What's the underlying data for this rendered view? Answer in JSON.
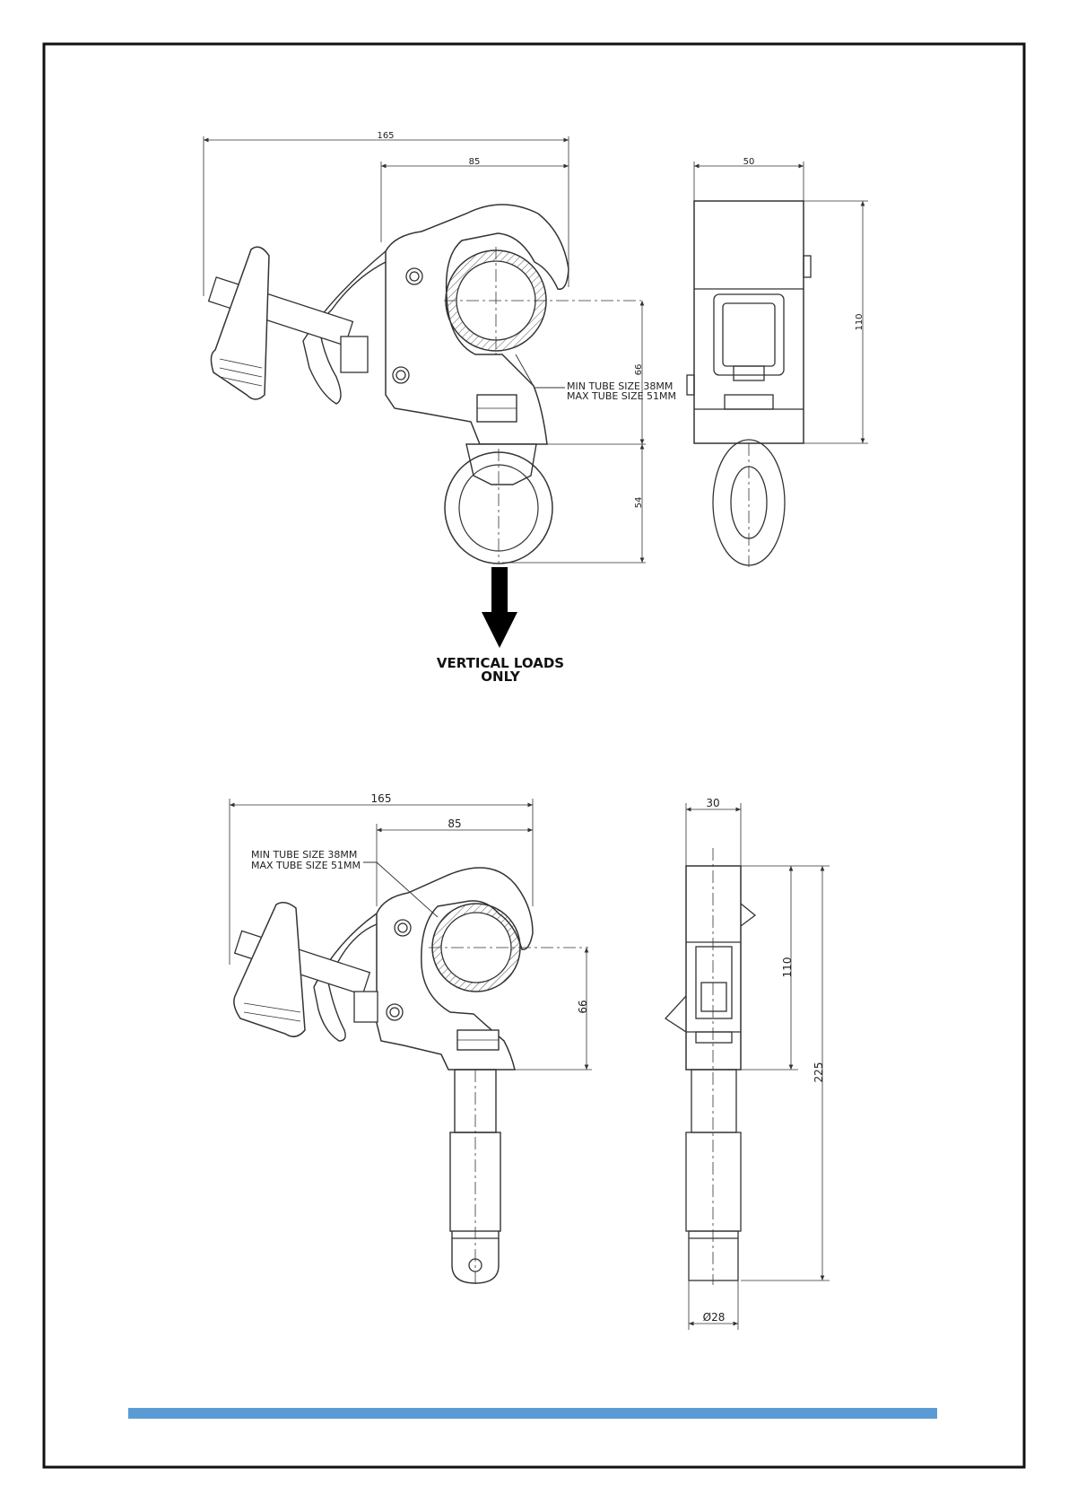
{
  "top_view": {
    "dim_overall_width": "165",
    "dim_hook_width": "85",
    "dim_side_width": "50",
    "dim_side_height": "110",
    "dim_tube_to_base": "66",
    "dim_eye_height": "54",
    "tube_note_min": "MIN TUBE SIZE 38MM",
    "tube_note_max": "MAX TUBE SIZE 51MM",
    "load_note_line1": "VERTICAL LOADS",
    "load_note_line2": "ONLY"
  },
  "bottom_view": {
    "dim_overall_width": "165",
    "dim_hook_width": "85",
    "dim_side_width": "30",
    "dim_side_height": "110",
    "dim_total_height": "225",
    "dim_tube_to_base": "66",
    "dim_spigot_diameter": "Ø28",
    "tube_note_min": "MIN TUBE SIZE 38MM",
    "tube_note_max": "MAX TUBE SIZE 51MM"
  },
  "colors": {
    "frame": "#111111",
    "line": "#333333",
    "accent_bar": "#5b9bd5",
    "arrow": "#000000"
  }
}
